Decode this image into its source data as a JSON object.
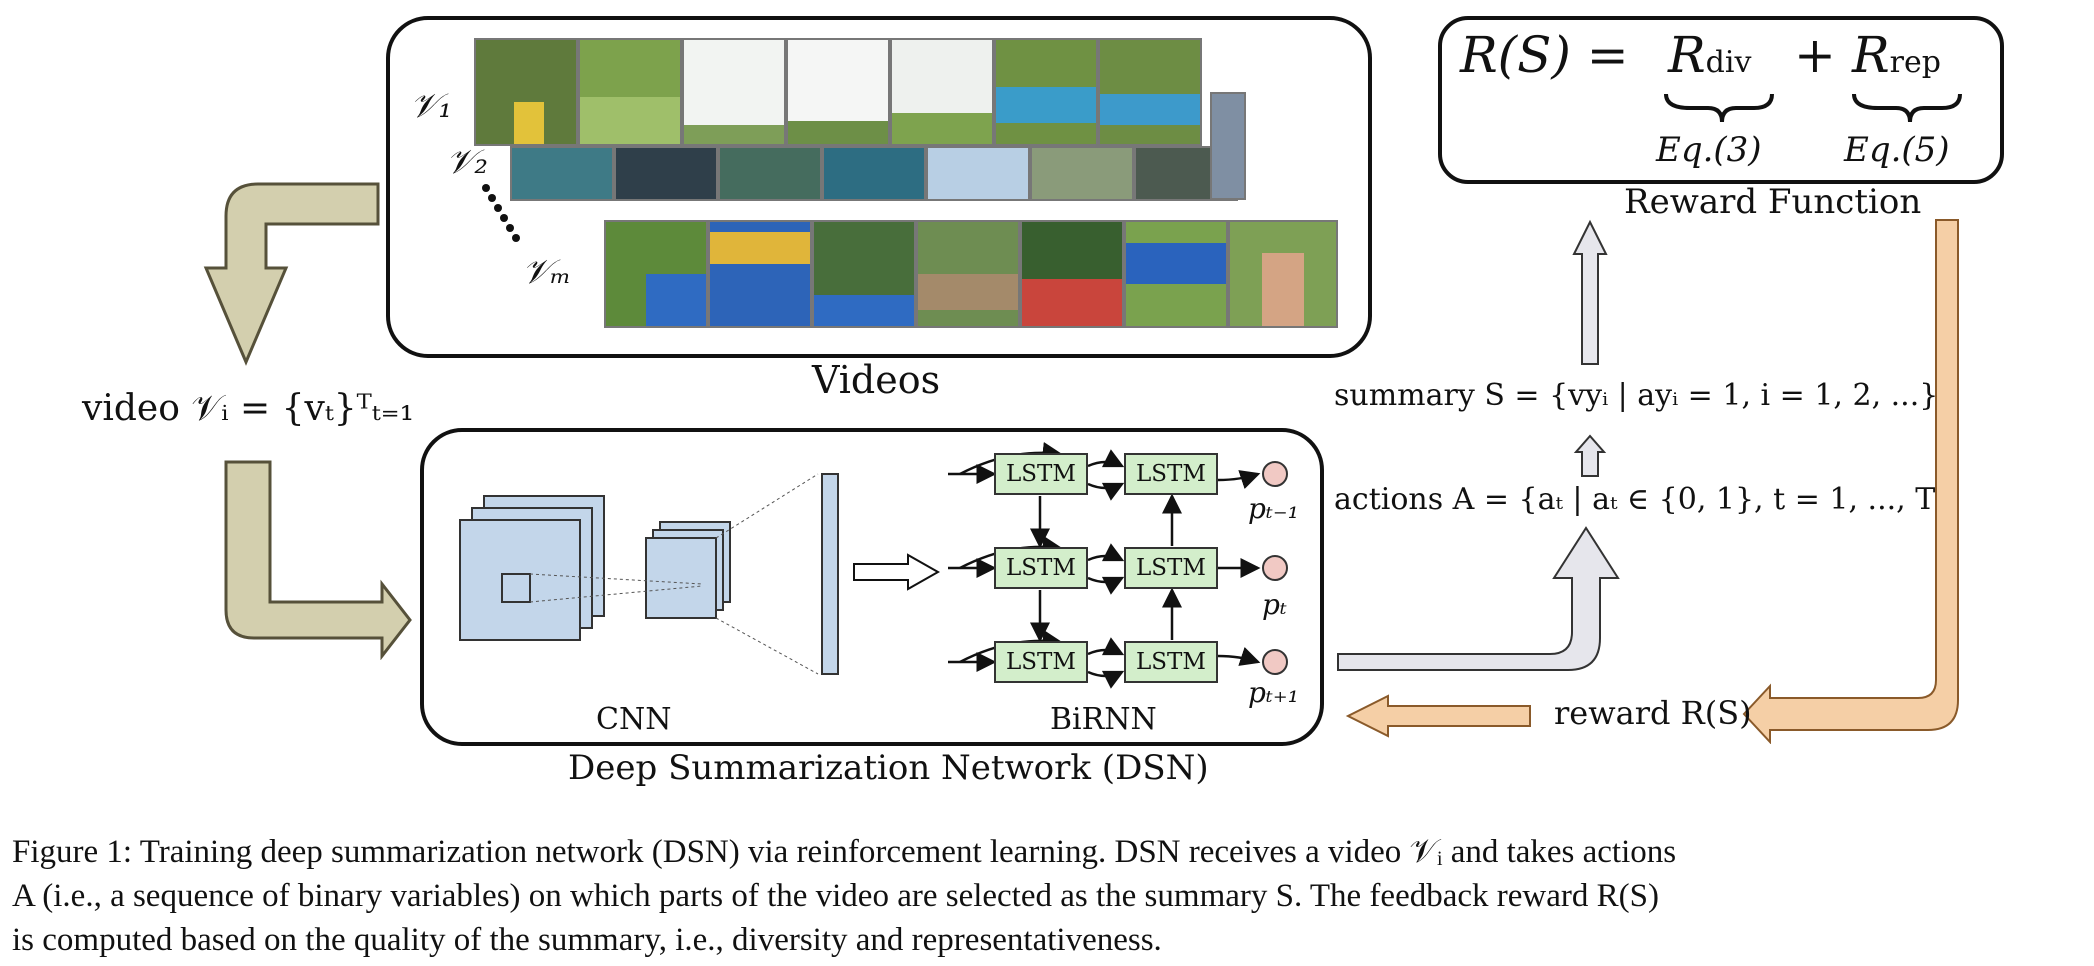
{
  "videos_panel": {
    "label": "Videos",
    "v1_label": "𝒱₁",
    "v2_label": "𝒱₂",
    "vm_label": "𝒱ₘ"
  },
  "left_label": "video 𝒱ᵢ = {vₜ}ᵀₜ₌₁",
  "dsn": {
    "title": "Deep Summarization Network (DSN)",
    "cnn_label": "CNN",
    "birnn_label": "BiRNN",
    "lstm_label": "LSTM",
    "p_prev": "pₜ₋₁",
    "p_curr": "pₜ",
    "p_next": "pₜ₊₁"
  },
  "reward_function": {
    "label": "Reward Function",
    "equation_lhs": "R(S) =",
    "r_div": "R",
    "r_div_sub": "div",
    "plus": "+",
    "r_rep": "R",
    "r_rep_sub": "rep",
    "eq3": "Eq.(3)",
    "eq5": "Eq.(5)"
  },
  "summary_label": "summary  S = {vyᵢ | ayᵢ = 1, i = 1, 2, ...}",
  "actions_label": "actions  A = {aₜ | aₜ ∈ {0, 1}, t = 1, ..., T}",
  "reward_label": "reward  R(S)",
  "caption": {
    "line1": "Figure 1: Training deep summarization network (DSN) via reinforcement learning. DSN receives a video 𝒱ᵢ and takes actions",
    "line2": "A (i.e., a sequence of binary variables) on which parts of the video are selected as the summary S. The feedback reward R(S)",
    "line3": "is computed based on the quality of the summary, i.e., diversity and representativeness."
  },
  "colors": {
    "olive_arrow": "#d3cfae",
    "olive_stroke": "#56513a",
    "peach_arrow": "#f5cfa6",
    "gray_arrow": "#e6e6ec",
    "cnn_fill": "#c3d6ea",
    "lstm_fill": "#d3eecb",
    "node_fill": "#f1c9c4"
  }
}
